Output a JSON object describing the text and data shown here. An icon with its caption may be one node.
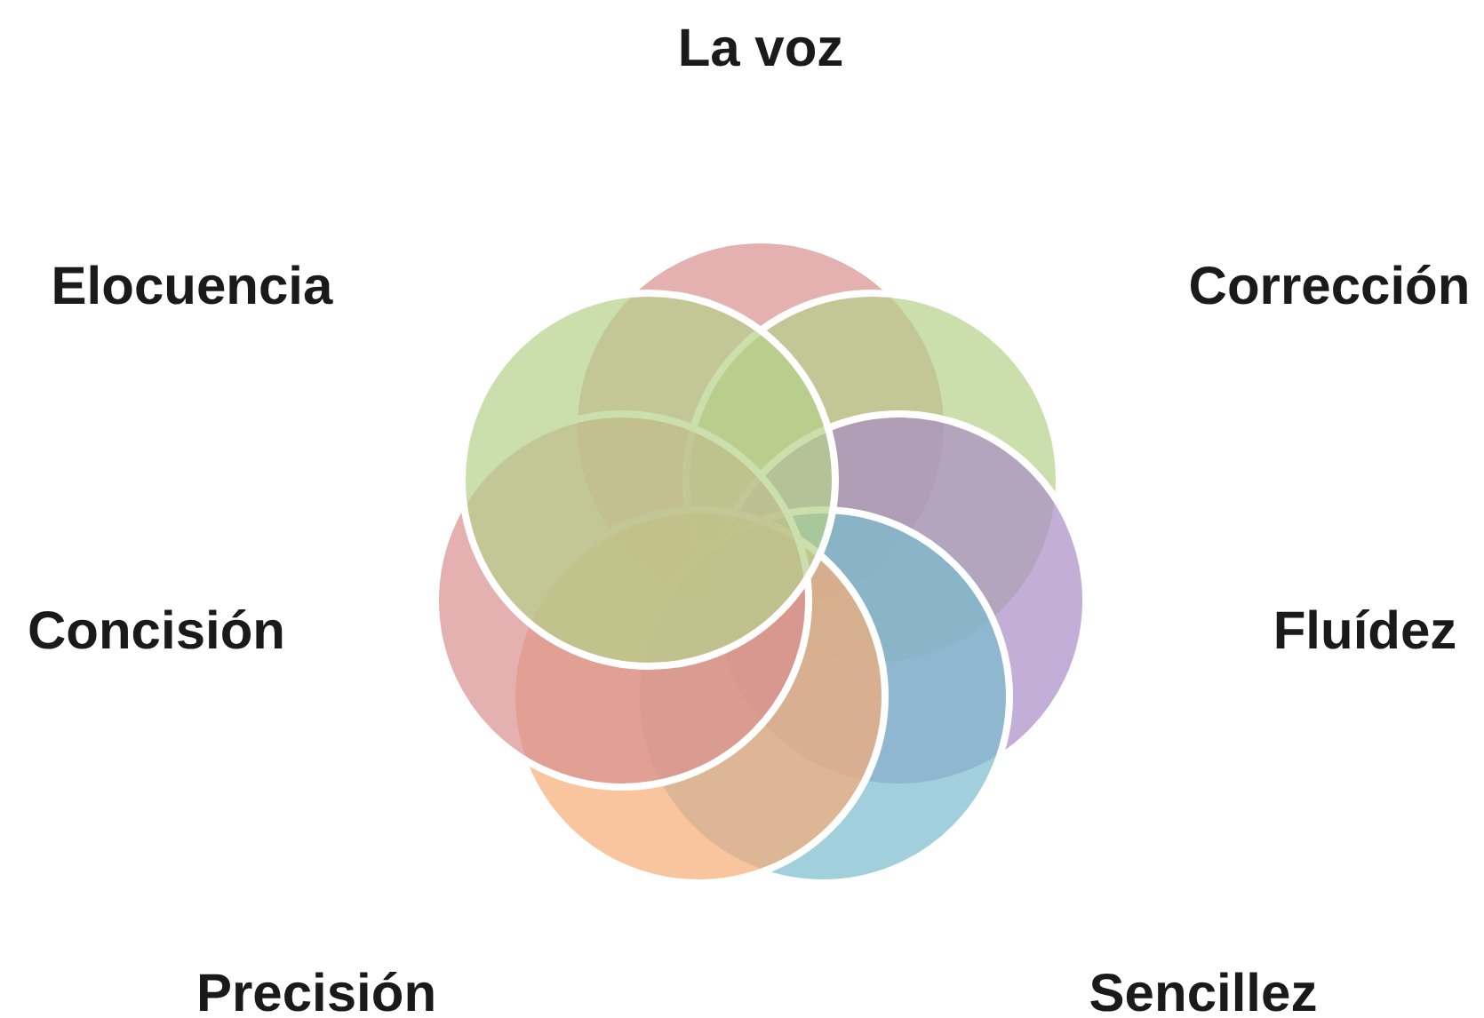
{
  "diagram": {
    "nodes": [
      {
        "text": [],
        "shape": "circle",
        "beside": [
          "La voz"
        ]
      },
      {
        "text": [],
        "shape": "circle",
        "beside": [
          "Corrección"
        ]
      },
      {
        "text": [],
        "shape": "circle",
        "beside": [
          "Fluídez"
        ]
      },
      {
        "text": [],
        "shape": "circle",
        "beside": [
          "Sencillez"
        ]
      },
      {
        "text": [],
        "shape": "circle",
        "beside": [
          "Precisión"
        ]
      },
      {
        "text": [],
        "shape": "circle",
        "beside": [
          "Concisión"
        ]
      },
      {
        "text": [],
        "shape": "circle",
        "beside": [
          "Elocuencia"
        ]
      }
    ]
  }
}
